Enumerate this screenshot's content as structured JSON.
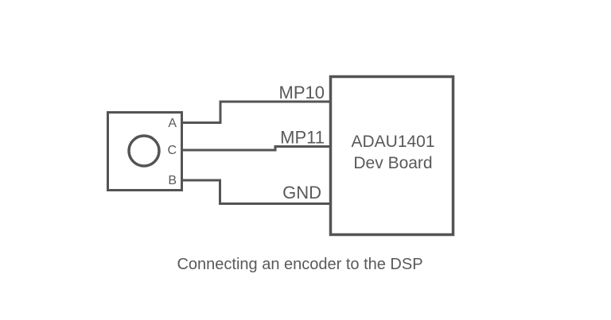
{
  "diagram": {
    "caption": "Connecting an encoder to the DSP",
    "encoder": {
      "pins": [
        {
          "label": "A"
        },
        {
          "label": "C"
        },
        {
          "label": "B"
        }
      ]
    },
    "board": {
      "name_line1": "ADAU1401",
      "name_line2": "Dev Board"
    },
    "wires": [
      {
        "label": "MP10",
        "encoder_pin": "A"
      },
      {
        "label": "MP11",
        "encoder_pin": "C"
      },
      {
        "label": "GND",
        "encoder_pin": "B"
      }
    ],
    "colors": {
      "line": "#545454",
      "text": "#595959",
      "background": "#ffffff"
    }
  }
}
